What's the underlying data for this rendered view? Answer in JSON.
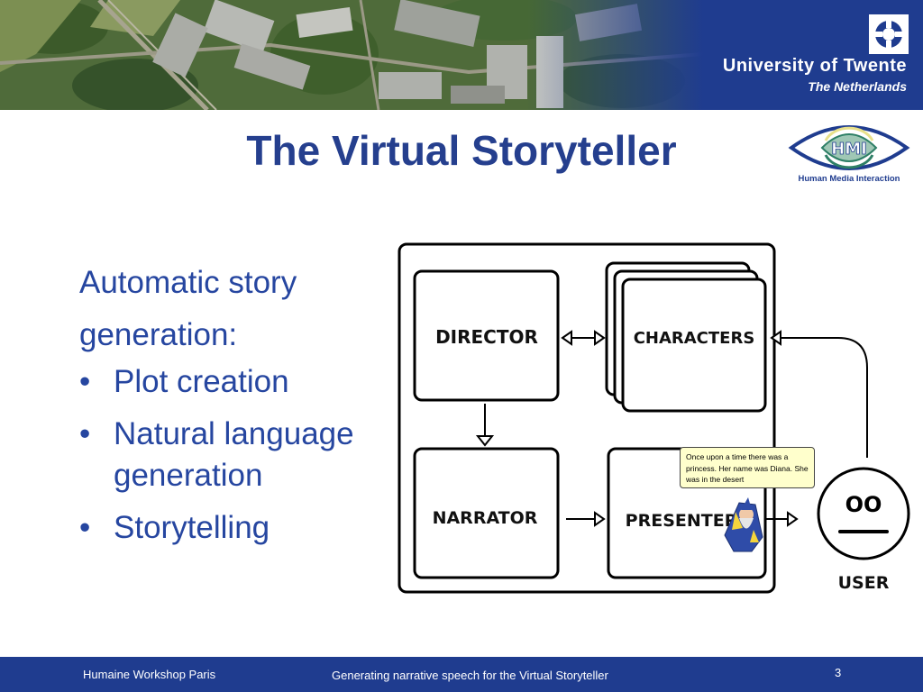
{
  "header": {
    "university_name": "University of Twente",
    "country": "The Netherlands",
    "colors": {
      "banner": "#1f3c8f",
      "text": "#ffffff"
    }
  },
  "slide": {
    "title": "The Virtual Storyteller",
    "title_color": "#253f8e",
    "intro_line1": "Automatic story",
    "intro_line2": "generation:",
    "bullets": [
      "Plot creation",
      "Natural language generation",
      "Storytelling"
    ],
    "bullet_char": "•"
  },
  "hmi_logo": {
    "letters": "HMI",
    "caption": "Human Media Interaction"
  },
  "diagram": {
    "director": "DIRECTOR",
    "characters": "CHARACTERS",
    "narrator": "NARRATOR",
    "presenter": "PRESENTER",
    "user": "USER",
    "user_eyes": "OO",
    "speech_bubble": "Once upon a time there was a princess. Her name was Diana. She was in the desert",
    "bubble_color": "#ffffcc"
  },
  "footer": {
    "left": "Humaine Workshop Paris",
    "center": "Generating narrative speech for the Virtual Storyteller",
    "page_number": "3"
  }
}
